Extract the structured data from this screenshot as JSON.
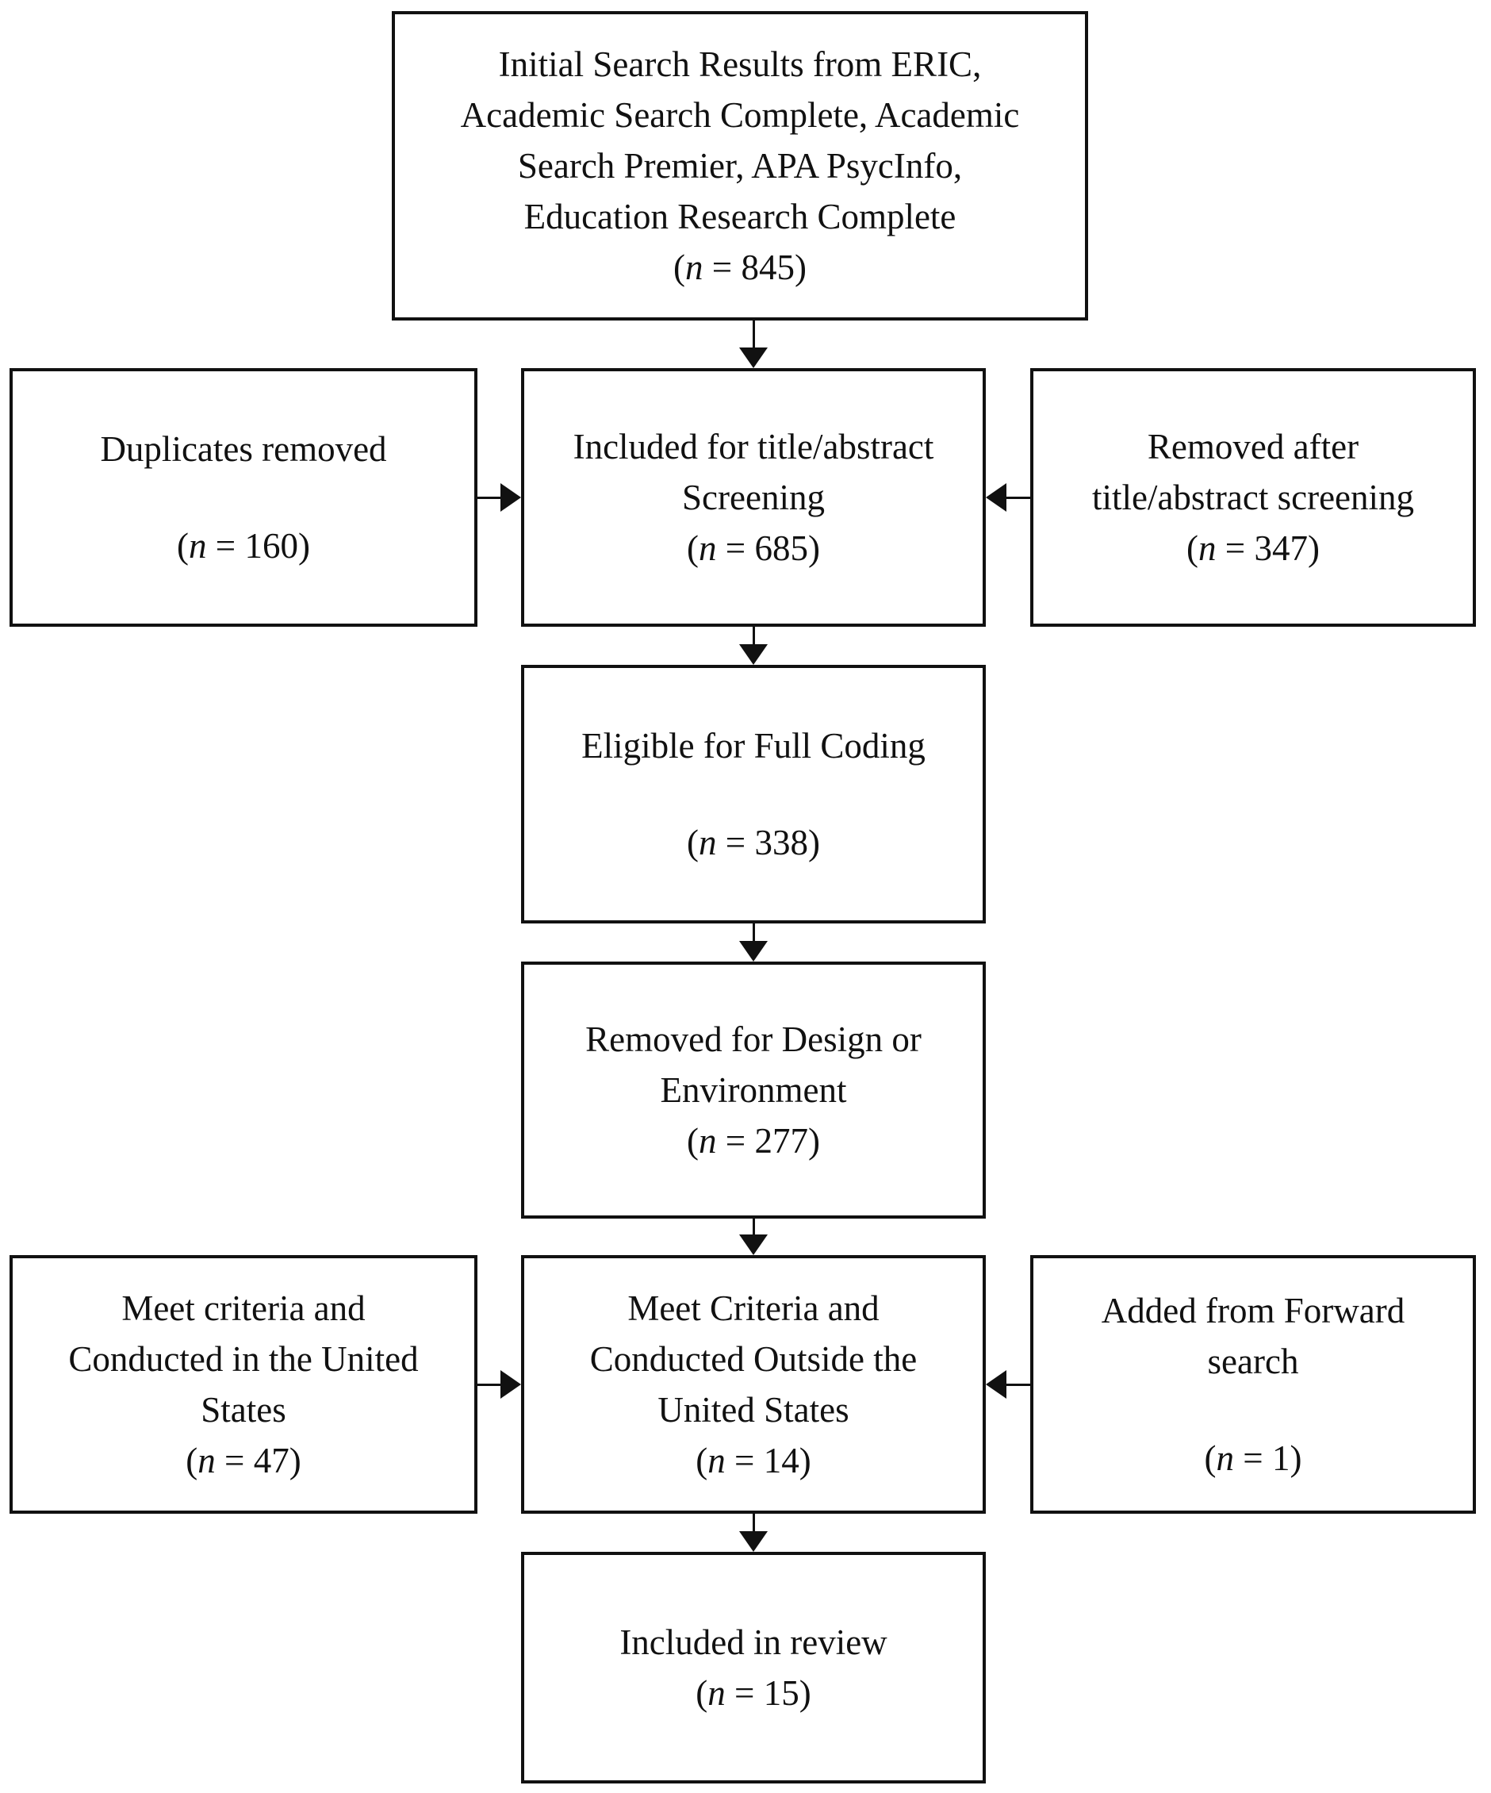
{
  "diagram": {
    "n_open": "(",
    "n_symbol": "n",
    "n_eq": " = ",
    "n_close": ")",
    "boxes": {
      "initial": {
        "title": "Initial Search Results from ERIC,\nAcademic Search Complete, Academic\nSearch Premier, APA PsycInfo,\nEducation Research Complete",
        "count": "845"
      },
      "duplicates": {
        "title": "Duplicates removed",
        "count": "160"
      },
      "screening": {
        "title": "Included for title/abstract\nScreening",
        "count": "685"
      },
      "removed_title_abstract": {
        "title": "Removed after\ntitle/abstract screening",
        "count": "347"
      },
      "eligible": {
        "title": "Eligible for Full Coding",
        "count": "338"
      },
      "removed_design": {
        "title": "Removed for Design or\nEnvironment",
        "count": "277"
      },
      "meet_us": {
        "title": "Meet criteria and\nConducted in the United\nStates",
        "count": "47"
      },
      "meet_outside": {
        "title": "Meet Criteria and\nConducted Outside the\nUnited States",
        "count": "14"
      },
      "forward": {
        "title": "Added from Forward\nsearch",
        "count": "1"
      },
      "included": {
        "title": "Included in review",
        "count": "15"
      }
    }
  }
}
